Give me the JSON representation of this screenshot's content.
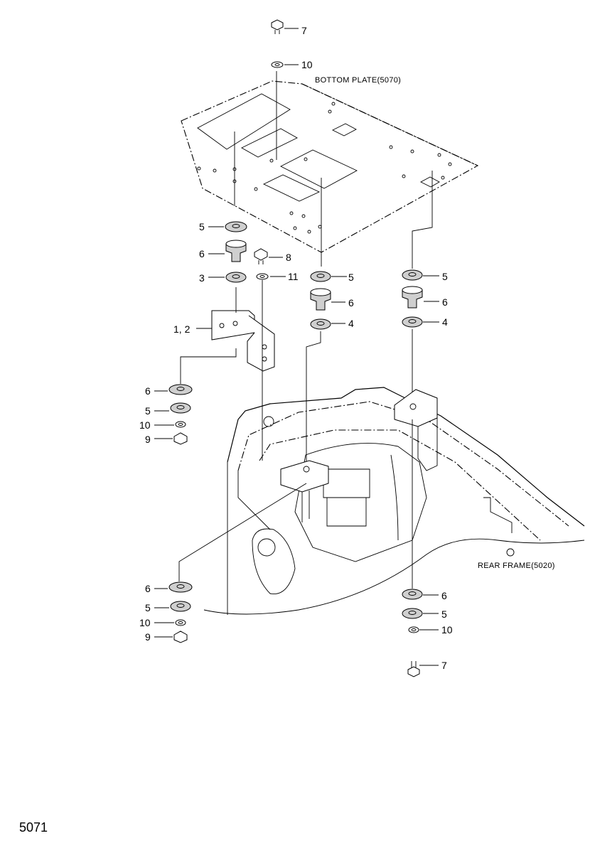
{
  "page_number": "5071",
  "labels": {
    "bottom_plate": "BOTTOM PLATE(5070)",
    "rear_frame": "REAR FRAME(5020)"
  },
  "callouts": {
    "c7_top": "7",
    "c10_top": "10",
    "c5_left": "5",
    "c6_left": "6",
    "c8": "8",
    "c3": "3",
    "c11": "11",
    "c12": "1, 2",
    "c5_mid": "5",
    "c6_mid": "6",
    "c4_mid": "4",
    "c5_right": "5",
    "c6_right": "6",
    "c4_right": "4",
    "c6_lower_a": "6",
    "c5_lower_a": "5",
    "c10_lower_a": "10",
    "c9_lower_a": "9",
    "c6_lower_b": "6",
    "c5_lower_b": "5",
    "c10_lower_b": "10",
    "c9_lower_b": "9",
    "c6_bottom_r": "6",
    "c5_bottom_r": "5",
    "c10_bottom_r": "10",
    "c7_bottom": "7"
  }
}
